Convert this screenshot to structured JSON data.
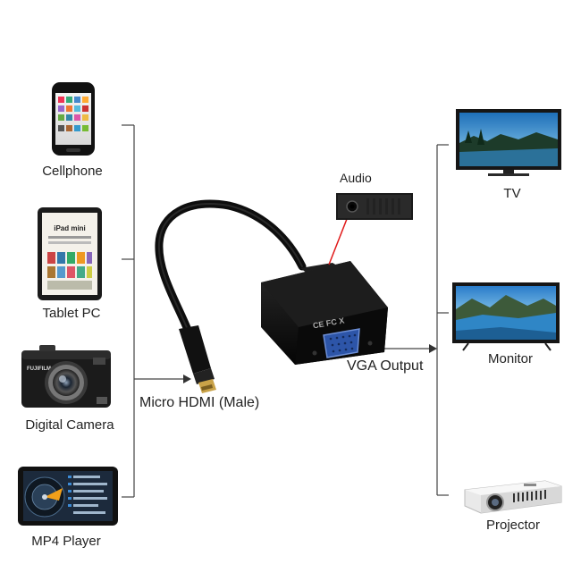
{
  "sources": [
    {
      "label": "Cellphone",
      "icon": "cellphone-icon"
    },
    {
      "label": "Tablet PC",
      "icon": "tablet-icon"
    },
    {
      "label": "Digital Camera",
      "icon": "camera-icon"
    },
    {
      "label": "MP4 Player",
      "icon": "mp4-player-icon"
    }
  ],
  "outputs": [
    {
      "label": "TV",
      "icon": "tv-icon"
    },
    {
      "label": "Monitor",
      "icon": "monitor-icon"
    },
    {
      "label": "Projector",
      "icon": "projector-icon"
    }
  ],
  "adapter": {
    "input_label": "Micro HDMI (Male)",
    "output_label": "VGA Output",
    "audio_label": "Audio",
    "marks_text": "CE FC X",
    "tablet_brand": "iPad mini",
    "camera_brand": "FUJIFILM"
  }
}
